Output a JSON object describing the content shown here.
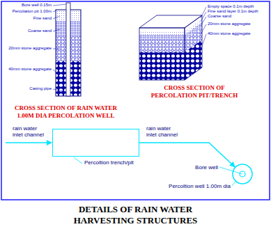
{
  "diagram": {
    "title": "DETAILS OF RAIN WATER HARVESTING STRUCTURES",
    "nodes": [
      {
        "text": [
          "Percoltion trench/pit"
        ]
      },
      {
        "text": [
          "Bore well",
          "Percoltion well 1.00m dia"
        ]
      }
    ],
    "edges": [
      {
        "from": 0,
        "to": 1,
        "arrow": "to",
        "label": "rain water inlet channel"
      }
    ],
    "labels": [
      "Bore well 0.15m",
      "Percolation pit 1.00m",
      "Fine sand",
      "Coarse sand",
      "20mm stone aggregate",
      "40mm stone aggregate",
      "Casing pipe",
      "CROSS SECTION OF RAIN WATER 1.00M DIA PERCOLATION WELL",
      "Empty space 0.1m depth",
      "Fine sand layer 0.1m depth",
      "Coarse sand",
      "20mm stone aggregate",
      "40mm stone aggregate",
      "CROSS SECTION OF PERCOLATION PIT/TRENCH",
      "rain water inlet channel"
    ]
  }
}
